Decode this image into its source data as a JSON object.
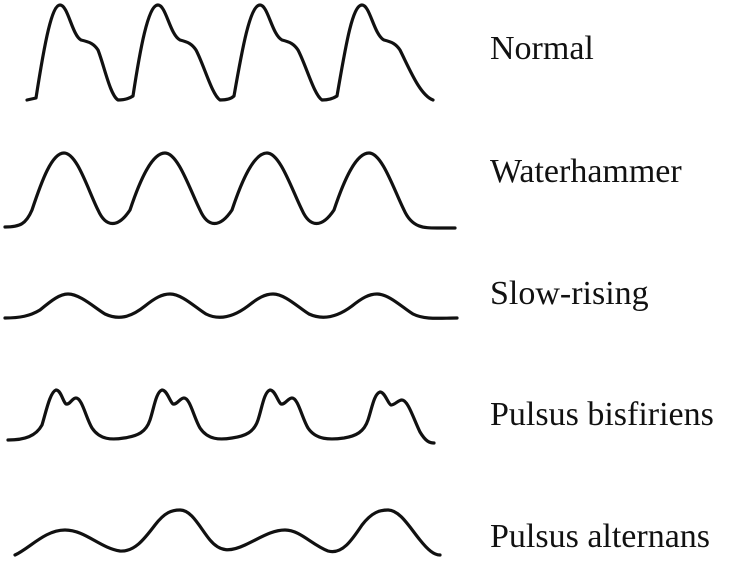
{
  "rows": [
    {
      "id": "normal",
      "label": "Normal"
    },
    {
      "id": "waterhammer",
      "label": "Waterhammer"
    },
    {
      "id": "slow_rising",
      "label": "Slow-rising"
    },
    {
      "id": "bisferiens",
      "label": "Pulsus bisfiriens"
    },
    {
      "id": "alternans",
      "label": "Pulsus alternans"
    }
  ],
  "colors": {
    "stroke": "#111111",
    "background": "#ffffff"
  }
}
